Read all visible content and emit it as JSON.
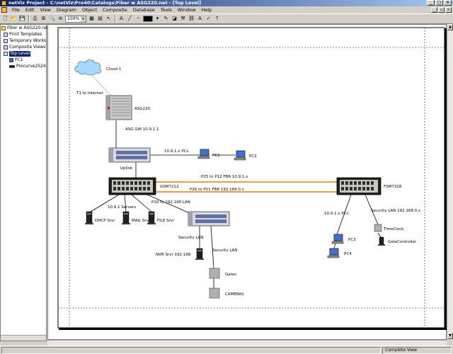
{
  "window": {
    "title": "netViz Project - C:\\netViz\\Pro40\\Catalogs\\Fiber w ASG220.net - [Top Level]"
  },
  "menu": [
    "File",
    "Edit",
    "View",
    "Diagram",
    "Object",
    "Composite",
    "Database",
    "Tools",
    "Window",
    "Help"
  ],
  "toolbar": {
    "zoom": "100%"
  },
  "tree": {
    "root": "Fiber w ASG220.net",
    "items": [
      "Print Templates",
      "Temporary Works",
      "Composite Views",
      "Top Level",
      "PC1",
      "Procurve2524"
    ]
  },
  "diagram": {
    "cloud_label": "Cloud-1",
    "t1_label": "T1 to Internet",
    "asg_label": "ASG220",
    "asg_gw_label": "ASG GW 10.9.1.1",
    "pcs_link_label": "10.9.1.x PCs",
    "pc1_label": "PC1",
    "pc2_label": "PC2",
    "uplink_label": "Uplink",
    "gsm_label": "GSM7212",
    "fsm_label": "FSM7328",
    "fiber1_label": "P25 to P12 FBR 10.9.1.x",
    "fiber2_label": "P26 to P11 FBR 192.168.0.x",
    "lan_label": "P10 to 192.168 LAN",
    "servers_label": "10.9.1 Servers",
    "dhcp_label": "DHCP Srvr",
    "mail_label": "MAIL Srvr",
    "file_label": "FILE Srvr",
    "security_lan_label": "Security LAN",
    "nvr_label": "NVR Srvr 192.168",
    "security_lan2_label": "Security LAN",
    "gates_label": "Gates",
    "cameras_label": "CAMERAS",
    "pcs2_label": "10.9.1.x PCs",
    "pc3_label": "PC3",
    "pc4_label": "PC4",
    "security_lan3_label": "Security LAN 192.168.0.x",
    "timeclock_label": "TimeClock",
    "gatecontroller_label": "GateController"
  },
  "status": {
    "view": "Complete View"
  }
}
